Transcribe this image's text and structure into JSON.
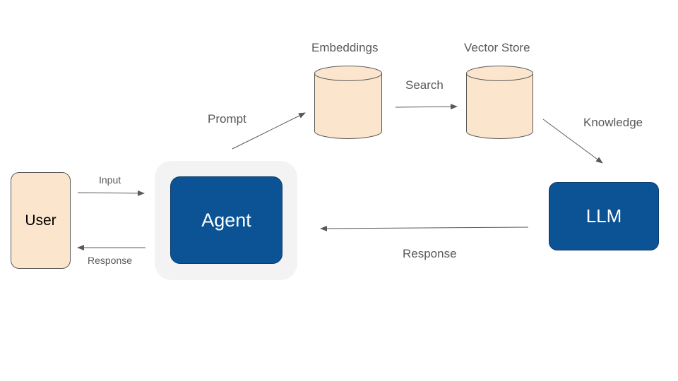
{
  "nodes": {
    "user": "User",
    "agent": "Agent",
    "llm": "LLM",
    "embeddings": "Embeddings",
    "vector_store": "Vector Store"
  },
  "edges": {
    "input": "Input",
    "response_to_user": "Response",
    "prompt": "Prompt",
    "search": "Search",
    "knowledge": "Knowledge",
    "response_to_agent": "Response"
  },
  "colors": {
    "user_fill": "#fce5cd",
    "agent_fill": "#0b5394",
    "llm_fill": "#0b5394",
    "agent_halo": "#f3f3f3",
    "database_fill": "#fce5cd",
    "connector": "#595959",
    "label_text": "#595959"
  },
  "icons": {
    "embeddings": "database-cylinder-icon",
    "vector_store": "database-cylinder-icon"
  }
}
